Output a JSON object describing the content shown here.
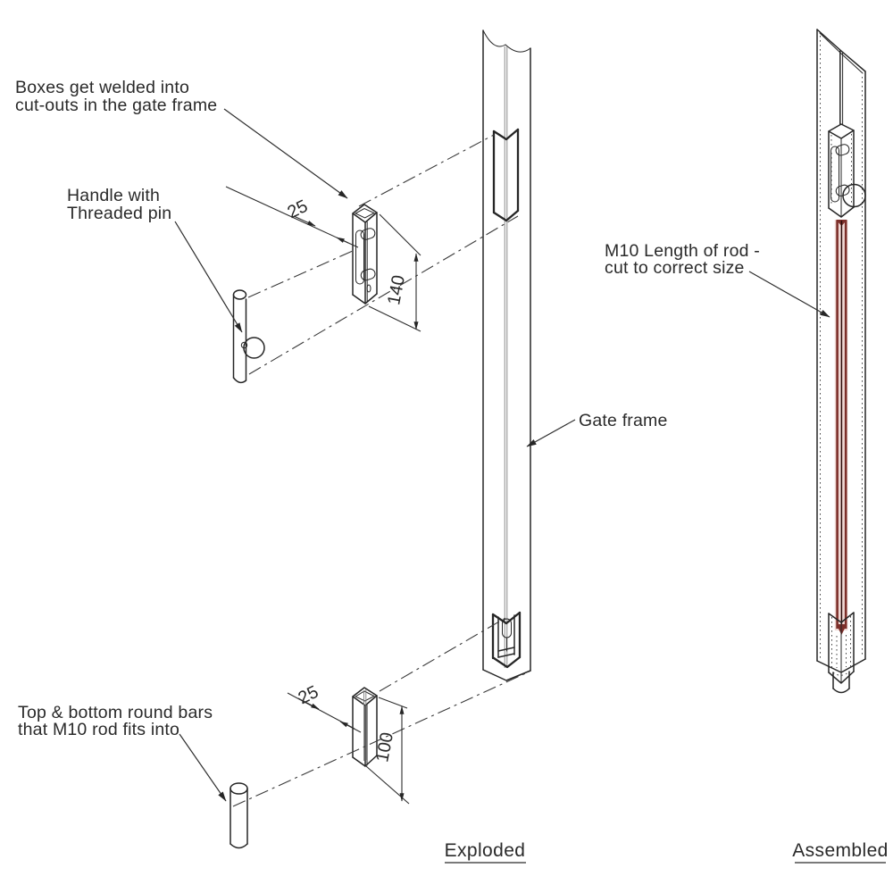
{
  "drawing": {
    "annotations": {
      "boxes_welded_line1": "Boxes get welded into",
      "boxes_welded_line2": "cut-outs in the gate frame",
      "handle_line1": "Handle with",
      "handle_line2": "Threaded pin",
      "gate_frame": "Gate frame",
      "round_bars_line1": "Top & bottom round bars",
      "round_bars_line2": "that M10 rod fits into",
      "rod_line1": "M10 Length of rod -",
      "rod_line2": "cut to correct size"
    },
    "dimensions": {
      "top_box_width": "25",
      "top_box_height": "140",
      "bottom_box_width": "25",
      "bottom_box_height": "100"
    },
    "view_labels": {
      "exploded": "Exploded",
      "assembled": "Assembled"
    },
    "colors": {
      "line_color": "#262626",
      "text_color": "#2a2a2a",
      "rod_dark": "#7d2f2a",
      "rod_core": "#2b0a08",
      "rod_halo": "#e3b8b0"
    }
  }
}
